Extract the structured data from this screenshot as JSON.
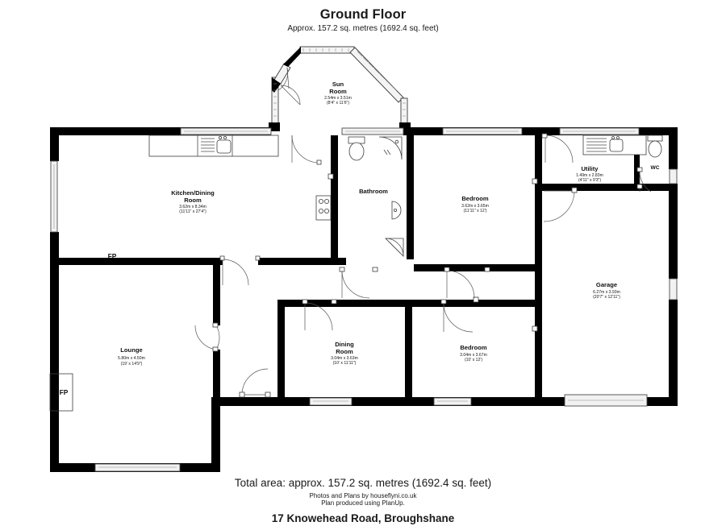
{
  "header": {
    "title": "Ground Floor",
    "subtitle": "Approx. 157.2 sq. metres (1692.4 sq. feet)"
  },
  "footer": {
    "total_area": "Total area: approx. 157.2 sq. metres (1692.4 sq. feet)",
    "credit_line_1": "Photos and Plans by houseflyni.co.uk",
    "credit_line_2": "Plan produced using PlanUp.",
    "address": "17 Knowehead Road, Broughshane"
  },
  "rooms": [
    {
      "key": "sun_room",
      "name_line_1": "Sun",
      "name_line_2": "Room",
      "dim_metric": "2.54m x 3.51m",
      "dim_imperial": "(8'4\" x 11'6\")"
    },
    {
      "key": "kitchen_dining",
      "name_line_1": "Kitchen/Dining",
      "name_line_2": "Room",
      "dim_metric": "3.62m x 8.34m",
      "dim_imperial": "(11'11\" x 27'4\")"
    },
    {
      "key": "bathroom",
      "name_line_1": "Bathroom",
      "name_line_2": "",
      "dim_metric": "",
      "dim_imperial": ""
    },
    {
      "key": "bedroom_top",
      "name_line_1": "Bedroom",
      "name_line_2": "",
      "dim_metric": "3.62m x 3.65m",
      "dim_imperial": "(11'11\" x 12')"
    },
    {
      "key": "utility",
      "name_line_1": "Utility",
      "name_line_2": "",
      "dim_metric": "1.49m x 2.83m",
      "dim_imperial": "(4'11\" x 9'3\")"
    },
    {
      "key": "wc",
      "name_line_1": "WC",
      "name_line_2": "",
      "dim_metric": "",
      "dim_imperial": ""
    },
    {
      "key": "garage",
      "name_line_1": "Garage",
      "name_line_2": "",
      "dim_metric": "6.27m x 3.93m",
      "dim_imperial": "(20'7\" x 12'11\")"
    },
    {
      "key": "lounge",
      "name_line_1": "Lounge",
      "name_line_2": "",
      "dim_metric": "5.80m x 4.50m",
      "dim_imperial": "(19' x 14'9\")"
    },
    {
      "key": "dining",
      "name_line_1": "Dining",
      "name_line_2": "Room",
      "dim_metric": "3.04m x 3.63m",
      "dim_imperial": "(10' x 11'11\")"
    },
    {
      "key": "bedroom_bottom",
      "name_line_1": "Bedroom",
      "name_line_2": "",
      "dim_metric": "3.04m x 3.67m",
      "dim_imperial": "(10' x 12')"
    }
  ],
  "markers": {
    "fireplace_lounge_north": "FP",
    "fireplace_lounge_west": "FP"
  },
  "colors": {
    "wall": "#000000",
    "background": "#ffffff",
    "text": "#111111",
    "thin_line": "#4a4a4a",
    "window_fill": "#f2f2f2"
  }
}
